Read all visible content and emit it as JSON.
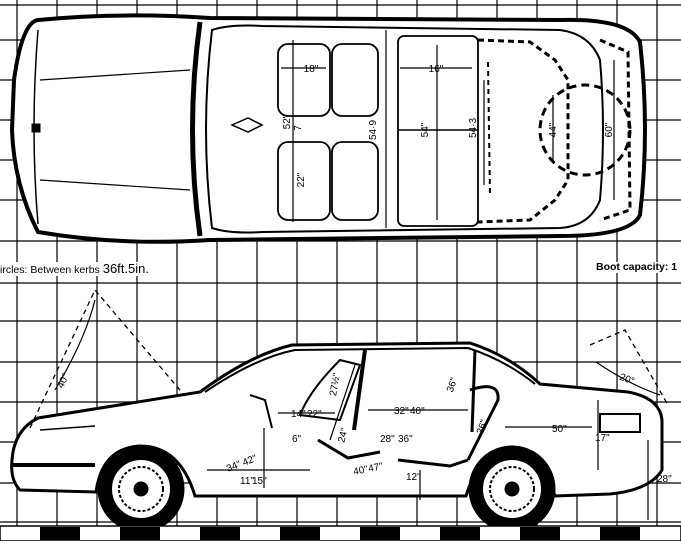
{
  "header": {
    "circles_label": "ircles: Between kerbs",
    "circles_value": "36ft.5in.",
    "boot_label": "Boot capacity: 1"
  },
  "plan_dims": {
    "front_shoulder": "18\"",
    "rear_shoulder": "16\"",
    "front_width_a": "52\"",
    "front_width_b": "7",
    "front_seat_width": "22\"",
    "cabin_width_front": "54·9",
    "cabin_width_rear": "54\"",
    "rear_width": "54·3",
    "boot_width": "44\"",
    "boot_depth": "60\""
  },
  "side_dims": {
    "bonnet_angle": "40°",
    "boot_angle": "20°",
    "windscreen": "27½\"",
    "front_leg_a": "14\"",
    "front_leg_b": "22\"",
    "front_knee": "6\"",
    "pedal_a": "34\"",
    "pedal_b": "42\"",
    "seat_height_a": "11\"",
    "seat_height_b": "15\"",
    "front_back": "24\"",
    "front_seat_travel_a": "40\"",
    "front_seat_travel_b": "47\"",
    "rear_leg_a": "32\"",
    "rear_leg_b": "40\"",
    "rear_knee_a": "28\"",
    "rear_knee_b": "36\"",
    "rear_seat_h": "12\"",
    "rear_head": "36\"",
    "rear_back": "36\"",
    "boot_length": "50\"",
    "boot_sill": "17\"",
    "rear_overhang": "28\""
  }
}
